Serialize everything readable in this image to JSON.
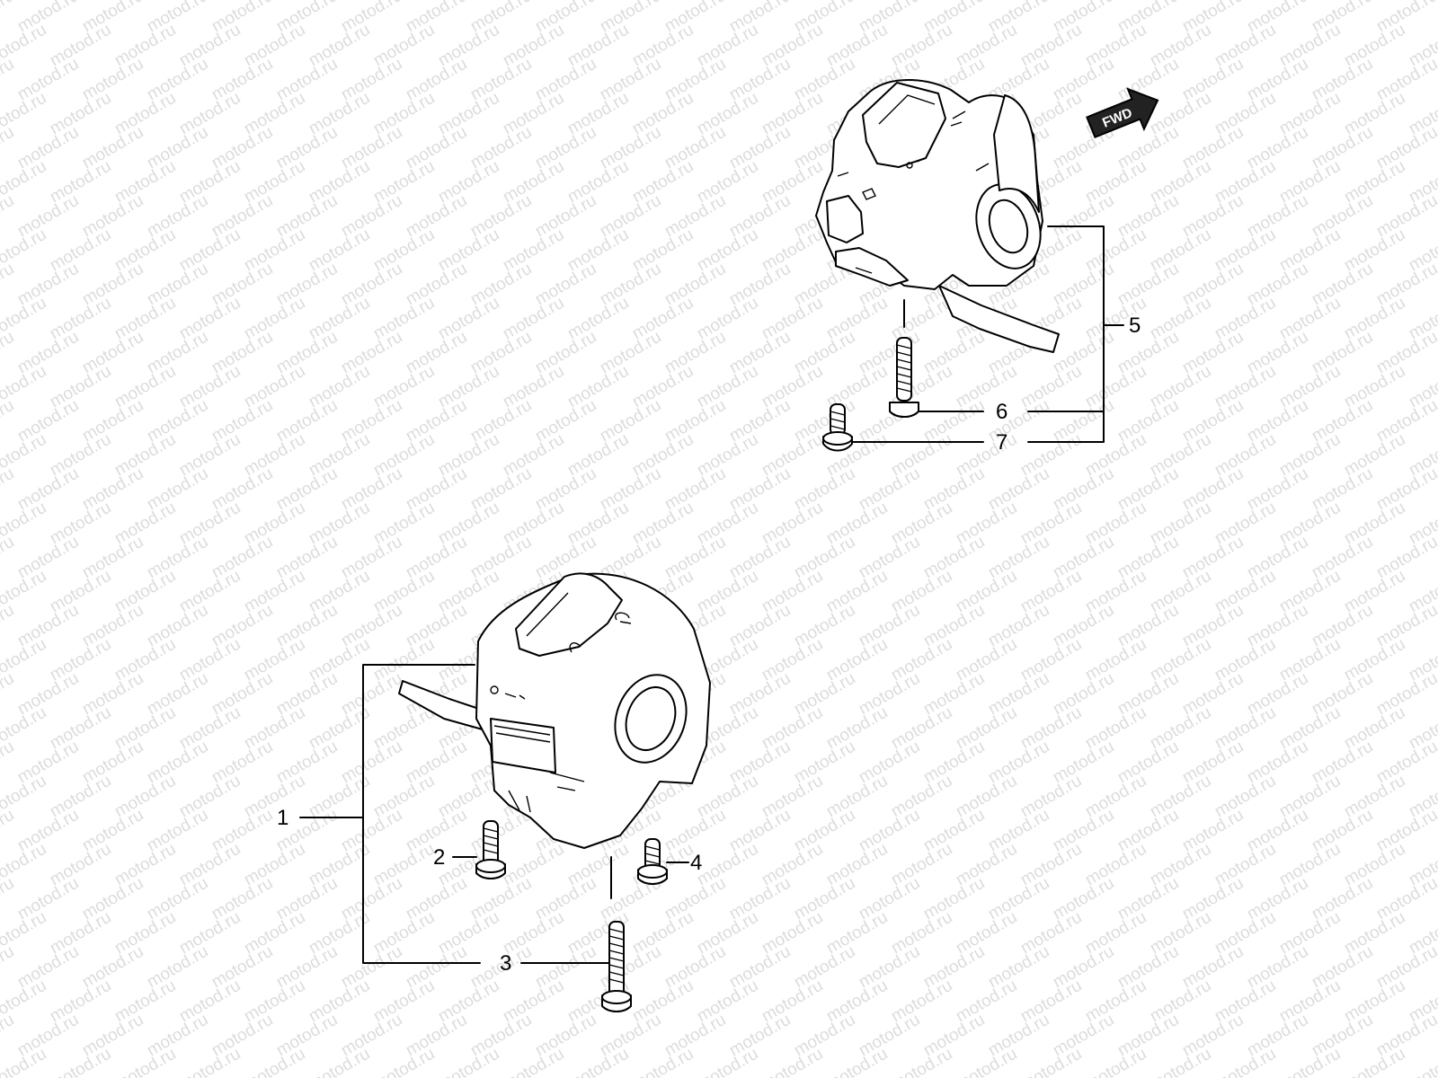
{
  "watermark": {
    "text": "motod.ru",
    "color": "#dcdcdc"
  },
  "direction_badge": {
    "text": "FWD"
  },
  "callouts": {
    "c1": "1",
    "c2": "2",
    "c3": "3",
    "c4": "4",
    "c5": "5",
    "c6": "6",
    "c7": "7"
  },
  "assemblies": [
    {
      "name": "right-handlebar-switch",
      "callout_group": "5",
      "parts": [
        "6",
        "7"
      ]
    },
    {
      "name": "left-handlebar-switch",
      "callout_group": "1",
      "parts": [
        "2",
        "3",
        "4"
      ]
    }
  ]
}
